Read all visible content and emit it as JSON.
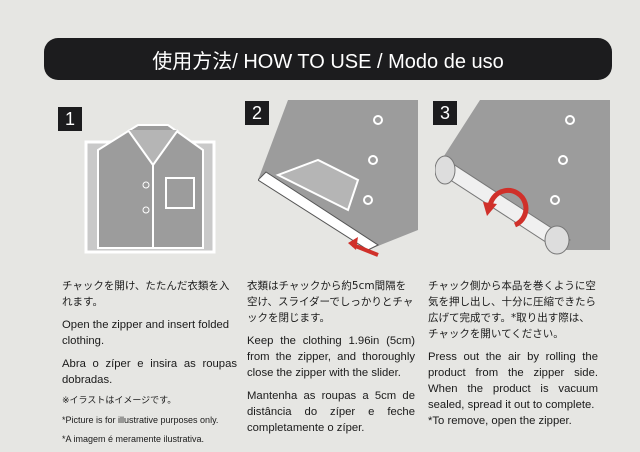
{
  "header": {
    "title": "使用方法/ HOW TO USE / Modo de uso"
  },
  "steps": [
    {
      "number": "1",
      "jp": "チャックを開け、たたんだ衣類を入れます。",
      "en": "Open the zipper and insert folded clothing.",
      "pt": "Abra o zíper e insira as roupas dobradas.",
      "note_jp": "※イラストはイメージです。",
      "note_en": "*Picture is for illustrative purposes only.",
      "note_pt": "*A imagem é meramente ilustrativa."
    },
    {
      "number": "2",
      "jp": "衣類はチャックから約5cm間隔を空け、スライダーでしっかりとチャックを閉じます。",
      "en": "Keep the clothing 1.96in (5cm) from the zipper, and thoroughly close the zipper with the slider.",
      "pt": "Mantenha as roupas a 5cm de distância do zíper e feche completamente o zíper."
    },
    {
      "number": "3",
      "jp": "チャック側から本品を巻くように空気を押し出し、十分に圧縮できたら広げて完成です。*取り出す際は、チャックを開いてください。",
      "en": "Press out the air by rolling the product from the zipper side. When the product is vacuum sealed, spread it out to complete.",
      "en_note": "*To remove, open the zipper."
    }
  ],
  "colors": {
    "header_bg": "#1c1c1e",
    "arrow": "#d0302a",
    "paper": "#e6e6e3"
  }
}
